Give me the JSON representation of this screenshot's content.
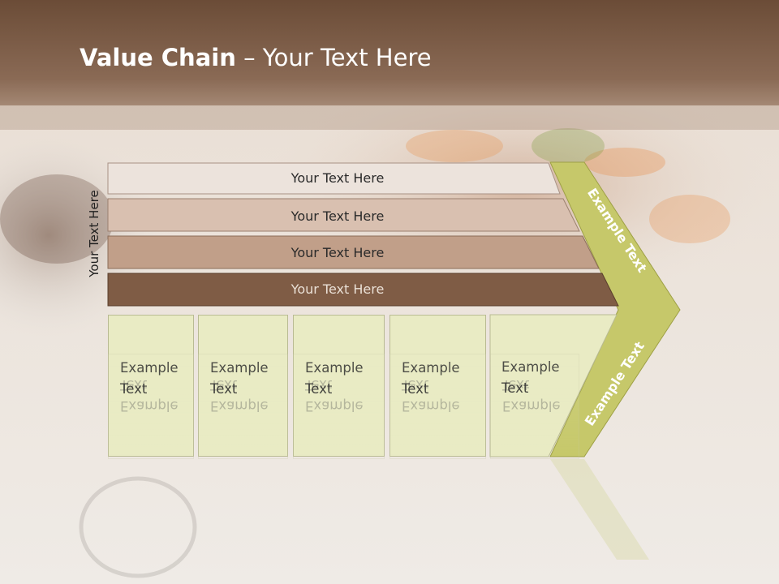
{
  "title": {
    "bold": "Value Chain",
    "rest": " – Your Text Here"
  },
  "side_label": "Your Text Here",
  "bars": [
    {
      "label": "Your Text Here"
    },
    {
      "label": "Your Text Here"
    },
    {
      "label": "Your Text Here"
    },
    {
      "label": "Your Text Here"
    }
  ],
  "chevron": {
    "top_label": "Example Text",
    "bottom_label": "Example Text"
  },
  "cards": [
    {
      "line1": "Example",
      "line2": "Text"
    },
    {
      "line1": "Example",
      "line2": "Text"
    },
    {
      "line1": "Example",
      "line2": "Text"
    },
    {
      "line1": "Example",
      "line2": "Text"
    },
    {
      "line1": "Example",
      "line2": "Text"
    }
  ],
  "colors": {
    "header_brown": "#7a5a42",
    "bar1": "#ece3dc",
    "bar2": "#d9c0b0",
    "bar3": "#c19f89",
    "bar4": "#7f5c45",
    "chevron_green": "#c6c86a",
    "card_fill": "#e9ebc4"
  }
}
